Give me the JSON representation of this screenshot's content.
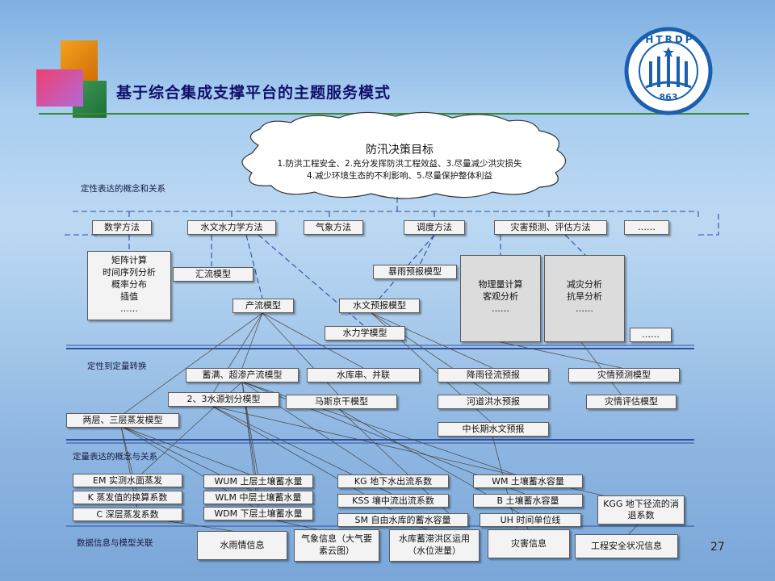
{
  "title": "基于综合集成支撑平台的主题服务模式",
  "page_number": "27",
  "logo": {
    "text_top": "HTRDP",
    "text_bottom": "863"
  },
  "colors": {
    "title": "#10106a",
    "accent_line": "#3a8a3a",
    "logo_blue": "#1b5fae"
  },
  "goal": {
    "title": "防汛决策目标",
    "line1": "1.防洪工程安全、2.充分发挥防洪工程效益、3.尽量减少洪灾损失",
    "line2": "4.减少环境生态的不利影响、5.尽量保护整体利益"
  },
  "layers": {
    "qualitative": "定性表达的概念和关系",
    "transition": "定性到定量转换",
    "quantitative": "定量表达的概念与关系",
    "data": "数据信息与模型关联"
  },
  "methods": {
    "math": "数学方法",
    "hydro": "水文水力学方法",
    "meteo": "气象方法",
    "dispatch": "调度方法",
    "disaster": "灾害预测、评估方法",
    "more": "……"
  },
  "math_detail": {
    "l1": "矩阵计算",
    "l2": "时间序列分析",
    "l3": "概率分布",
    "l4": "插值",
    "l5": "……"
  },
  "models1": {
    "runoff_confluence": "汇流模型",
    "rainstorm": "暴雨预报模型",
    "runoff_gen": "产流模型",
    "hydro_forecast": "水文预报模型",
    "hydraulics": "水力学模型"
  },
  "physics": {
    "l1": "物理量计算",
    "l2": "客观分析",
    "l3": "……"
  },
  "mitigation": {
    "l1": "减灾分析",
    "l2": "抗旱分析",
    "l3": "……"
  },
  "more2": "……",
  "models2": {
    "excess": "蓄满、超渗产流模型",
    "reservoir": "水库串、并联",
    "rain_runoff": "降雨径流预报",
    "disaster_forecast": "灾情预测模型",
    "three_source": "2、3水源划分模型",
    "muskingum": "马斯京干模型",
    "river_flood": "河道洪水预报",
    "disaster_eval": "灾情评估模型",
    "evap": "两层、三层蒸发模型",
    "mid_long": "中长期水文预报"
  },
  "params": {
    "em": "EM 实测水面蒸发",
    "k": "K 蒸发值的换算系数",
    "c": "C 深层蒸发系数",
    "wum": "WUM 上层土壤蓄水量",
    "wlm": "WLM 中层土壤蓄水量",
    "wdm": "WDM 下层土壤蓄水量",
    "kg": "KG 地下水出流系数",
    "kss": "KSS 壤中流出流系数",
    "sm": "SM 自由水库的蓄水容量",
    "wm": "WM 土壤蓄水容量",
    "b": "B 土壤蓄水容量",
    "uh": "UH 时间单位线",
    "kgg": "KGG 地下径流的消退系数"
  },
  "data_items": {
    "rain": "水雨情信息",
    "meteo": "气象信息（大气要素云图）",
    "reservoir": "水库蓄滞洪区运用（水位泄量）",
    "disaster": "灾害信息",
    "safety": "工程安全状况信息"
  }
}
